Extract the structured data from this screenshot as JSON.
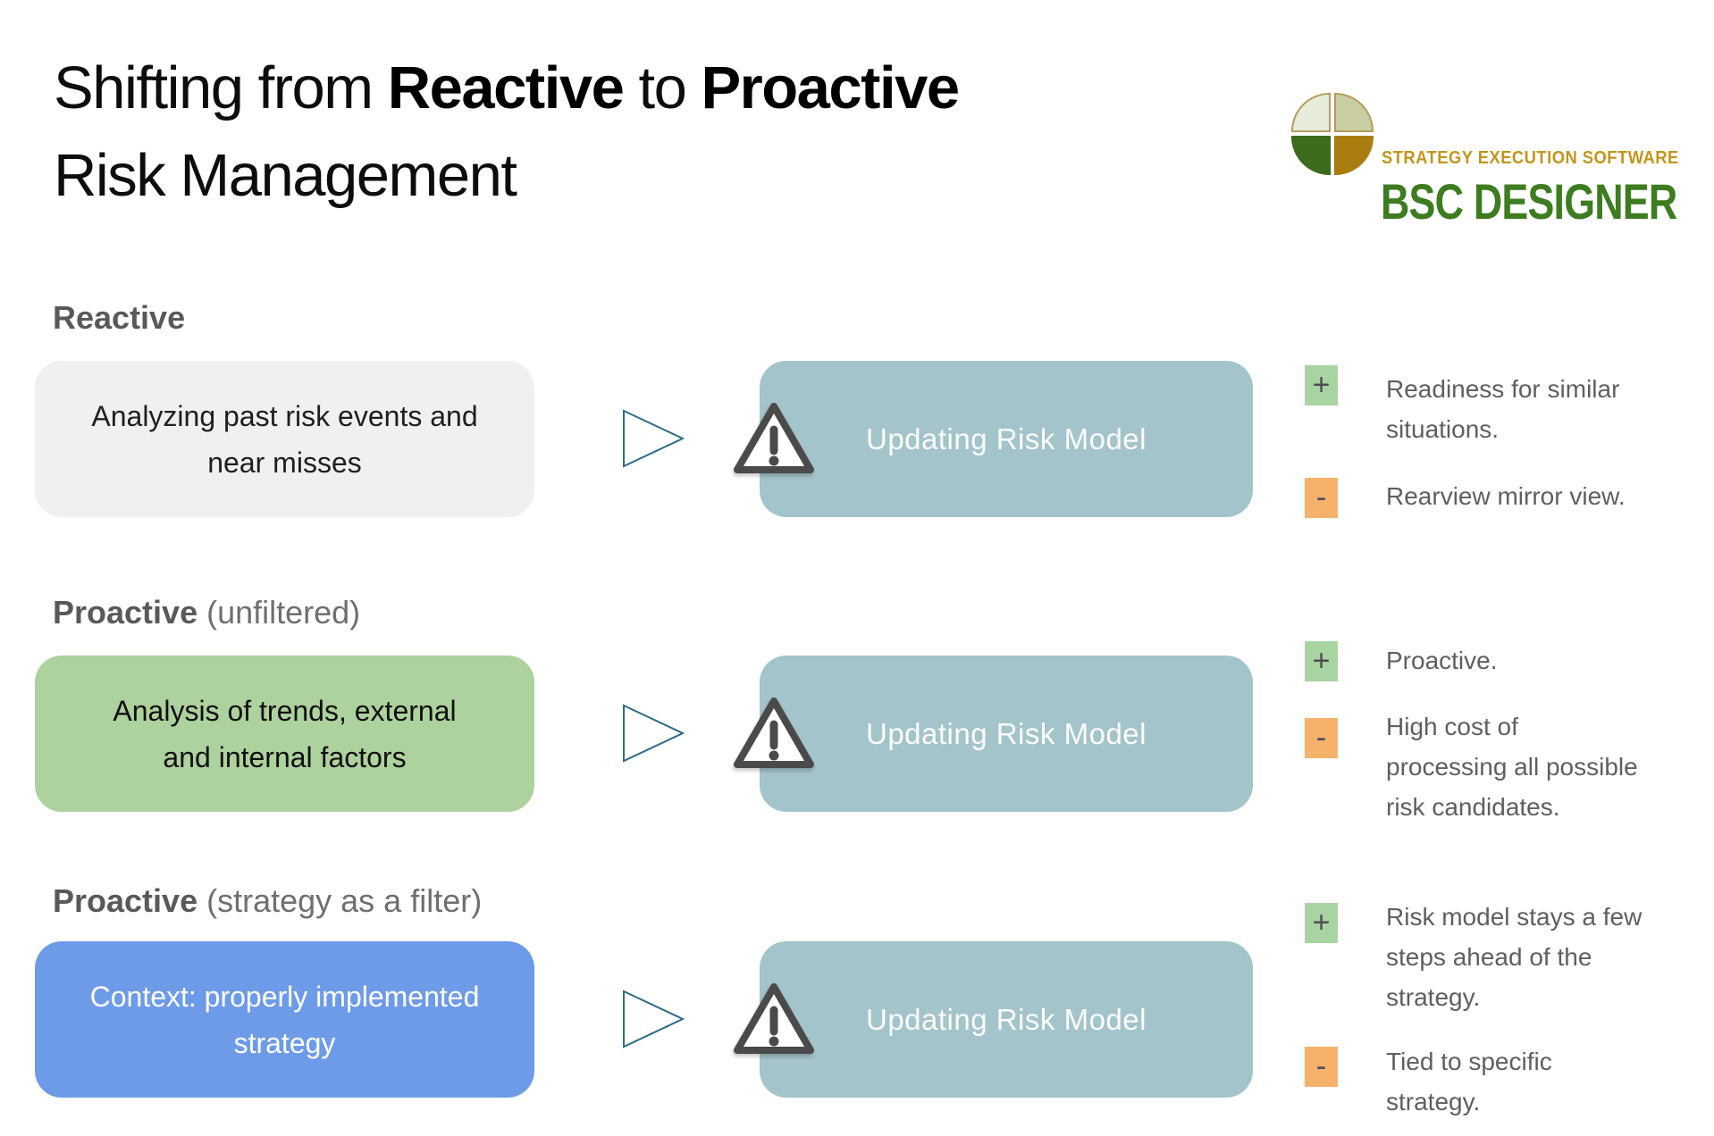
{
  "title": {
    "part1": "Shifting from ",
    "bold1": "Reactive",
    "part2": " to ",
    "bold2": "Proactive",
    "line2": "Risk Management"
  },
  "logo": {
    "name": "BSC DESIGNER",
    "tagline": "STRATEGY EXECUTION SOFTWARE"
  },
  "colors": {
    "source_gray": "#f0f0f1",
    "source_green": "#add29d",
    "source_blue": "#6e9be8",
    "process_teal": "#a3c4ca",
    "plus_badge_green": "#a8d4a2",
    "minus_badge_orange": "#f6b26b",
    "arrow_stroke": "#2e6d86",
    "logo_green": "#3e7c20",
    "logo_gold": "#c2961d"
  },
  "icons": {
    "warning": "warning-triangle-exclamation",
    "arrow": "hollow-right-triangle",
    "plus": "+",
    "minus": "-",
    "logo_mark": "four-quadrant-circle"
  },
  "rows": [
    {
      "heading_bold": "Reactive",
      "heading_rest": "",
      "source_lines": [
        "Analyzing past risk events and",
        "near misses"
      ],
      "process_label": "Updating Risk Model",
      "pros": {
        "symbol": "+",
        "lines": [
          "Readiness for similar",
          "situations."
        ]
      },
      "cons": {
        "symbol": "-",
        "lines": [
          "Rearview mirror view."
        ]
      }
    },
    {
      "heading_bold": "Proactive",
      "heading_rest": " (unfiltered)",
      "source_lines": [
        "Analysis of trends, external",
        "and internal factors"
      ],
      "process_label": "Updating Risk Model",
      "pros": {
        "symbol": "+",
        "lines": [
          "Proactive."
        ]
      },
      "cons": {
        "symbol": "-",
        "lines": [
          "High cost of",
          "processing all possible",
          "risk candidates."
        ]
      }
    },
    {
      "heading_bold": "Proactive",
      "heading_rest": " (strategy as a filter)",
      "source_lines": [
        "Context: properly implemented",
        "strategy"
      ],
      "process_label": "Updating Risk Model",
      "pros": {
        "symbol": "+",
        "lines": [
          "Risk model stays a few",
          "steps ahead of the",
          "strategy."
        ]
      },
      "cons": {
        "symbol": "-",
        "lines": [
          "Tied to specific",
          "strategy."
        ]
      }
    }
  ]
}
